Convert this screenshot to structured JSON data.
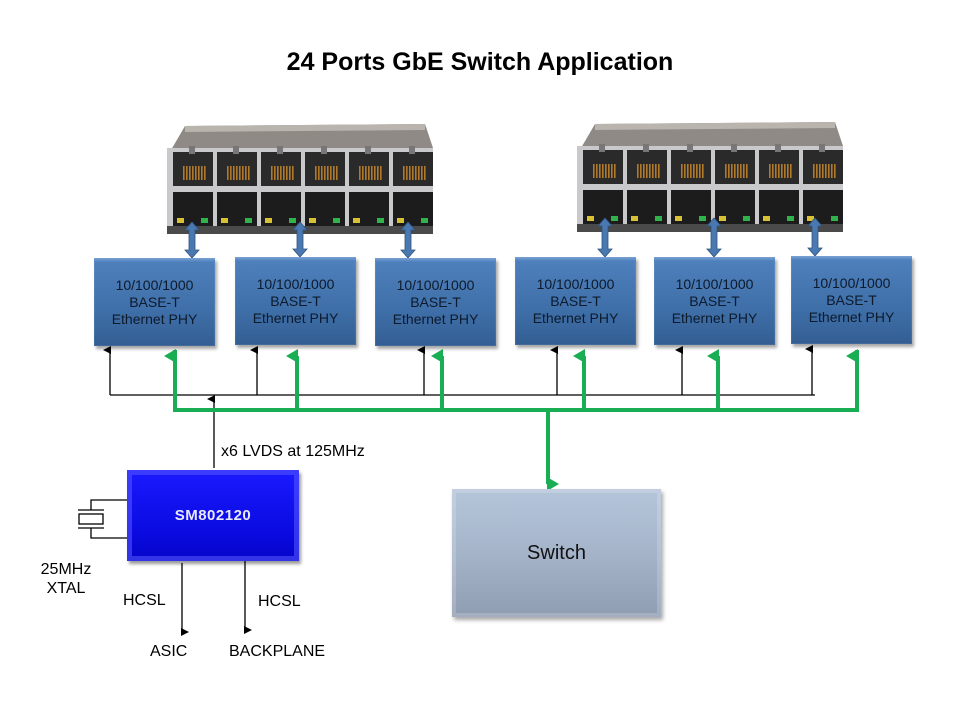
{
  "title": "24 Ports GbE Switch Application",
  "connectors": [
    {
      "name": "rj45-connector-left",
      "ports_per_row": 6,
      "rows": 2
    },
    {
      "name": "rj45-connector-right",
      "ports_per_row": 6,
      "rows": 2
    }
  ],
  "phys": [
    {
      "line1": "10/100/1000",
      "line2": "BASE-T",
      "line3": "Ethernet PHY"
    },
    {
      "line1": "10/100/1000",
      "line2": "BASE-T",
      "line3": "Ethernet PHY"
    },
    {
      "line1": "10/100/1000",
      "line2": "BASE-T",
      "line3": "Ethernet PHY"
    },
    {
      "line1": "10/100/1000",
      "line2": "BASE-T",
      "line3": "Ethernet PHY"
    },
    {
      "line1": "10/100/1000",
      "line2": "BASE-T",
      "line3": "Ethernet PHY"
    },
    {
      "line1": "10/100/1000",
      "line2": "BASE-T",
      "line3": "Ethernet PHY"
    }
  ],
  "clock_chip": {
    "label": "SM802120",
    "output_label": "x6 LVDS at 125MHz"
  },
  "crystal": {
    "line1": "25MHz",
    "line2": "XTAL"
  },
  "outputs": [
    {
      "signal": "HCSL",
      "destination": "ASIC"
    },
    {
      "signal": "HCSL",
      "destination": "BACKPLANE"
    }
  ],
  "switch": {
    "label": "Switch"
  },
  "colors": {
    "phy_blue": "#4f81bd",
    "chip_blue": "#0a0ae0",
    "switch_gray": "#a5b4c9",
    "data_bus_green": "#1aae54",
    "clock_line": "#000000",
    "double_arrow": "#4a78b0"
  }
}
